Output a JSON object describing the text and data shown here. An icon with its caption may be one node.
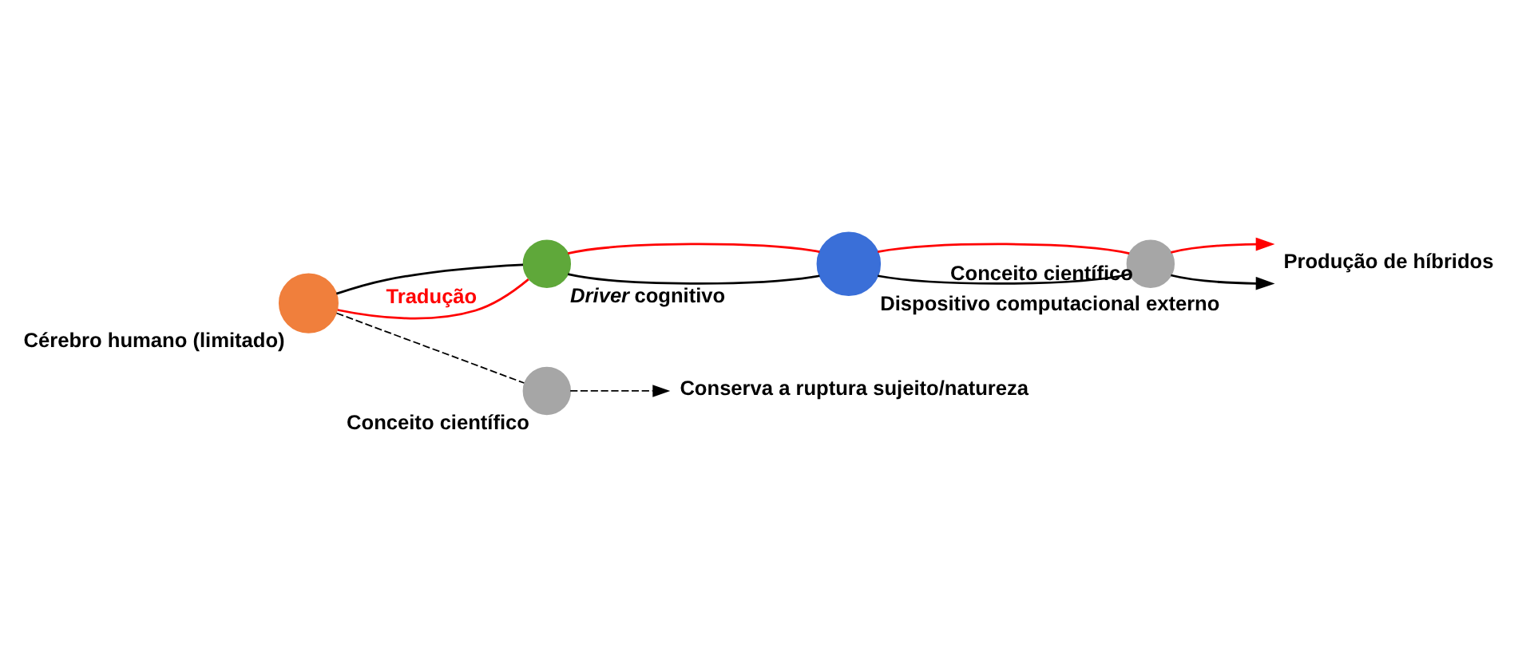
{
  "diagram": {
    "nodes": [
      {
        "text": [
          "Cérebro humano (limitado)"
        ]
      },
      {
        "text": [
          "*Driver* cognitivo"
        ]
      },
      {
        "text": [
          "Dispositivo computacional externo"
        ]
      },
      {
        "text": [
          "Conceito científico"
        ]
      },
      {
        "text": [
          "Conceito científico"
        ]
      },
      {
        "text": [
          "Conserva a ruptura sujeito/natureza"
        ]
      },
      {
        "text": [
          "Produção de híbridos"
        ]
      }
    ],
    "edges": [
      {
        "from": 0,
        "to": 1,
        "arrow": "none"
      },
      {
        "from": 1,
        "to": 2,
        "arrow": "none"
      },
      {
        "from": 2,
        "to": 4,
        "arrow": "none"
      },
      {
        "from": 4,
        "to": 6,
        "arrow": "to"
      },
      {
        "from": 0,
        "to": 3,
        "arrow": "none",
        "style": "dashed"
      },
      {
        "from": 3,
        "to": 5,
        "arrow": "to",
        "style": "dashed"
      },
      {
        "from": 0,
        "to": 1,
        "arrow": "none",
        "label": "Tradução",
        "color": "#ff0000"
      },
      {
        "from": 1,
        "to": 2,
        "arrow": "none",
        "color": "#ff0000"
      },
      {
        "from": 2,
        "to": 4,
        "arrow": "none",
        "color": "#ff0000"
      },
      {
        "from": 4,
        "to": 6,
        "arrow": "to",
        "color": "#ff0000"
      }
    ]
  }
}
